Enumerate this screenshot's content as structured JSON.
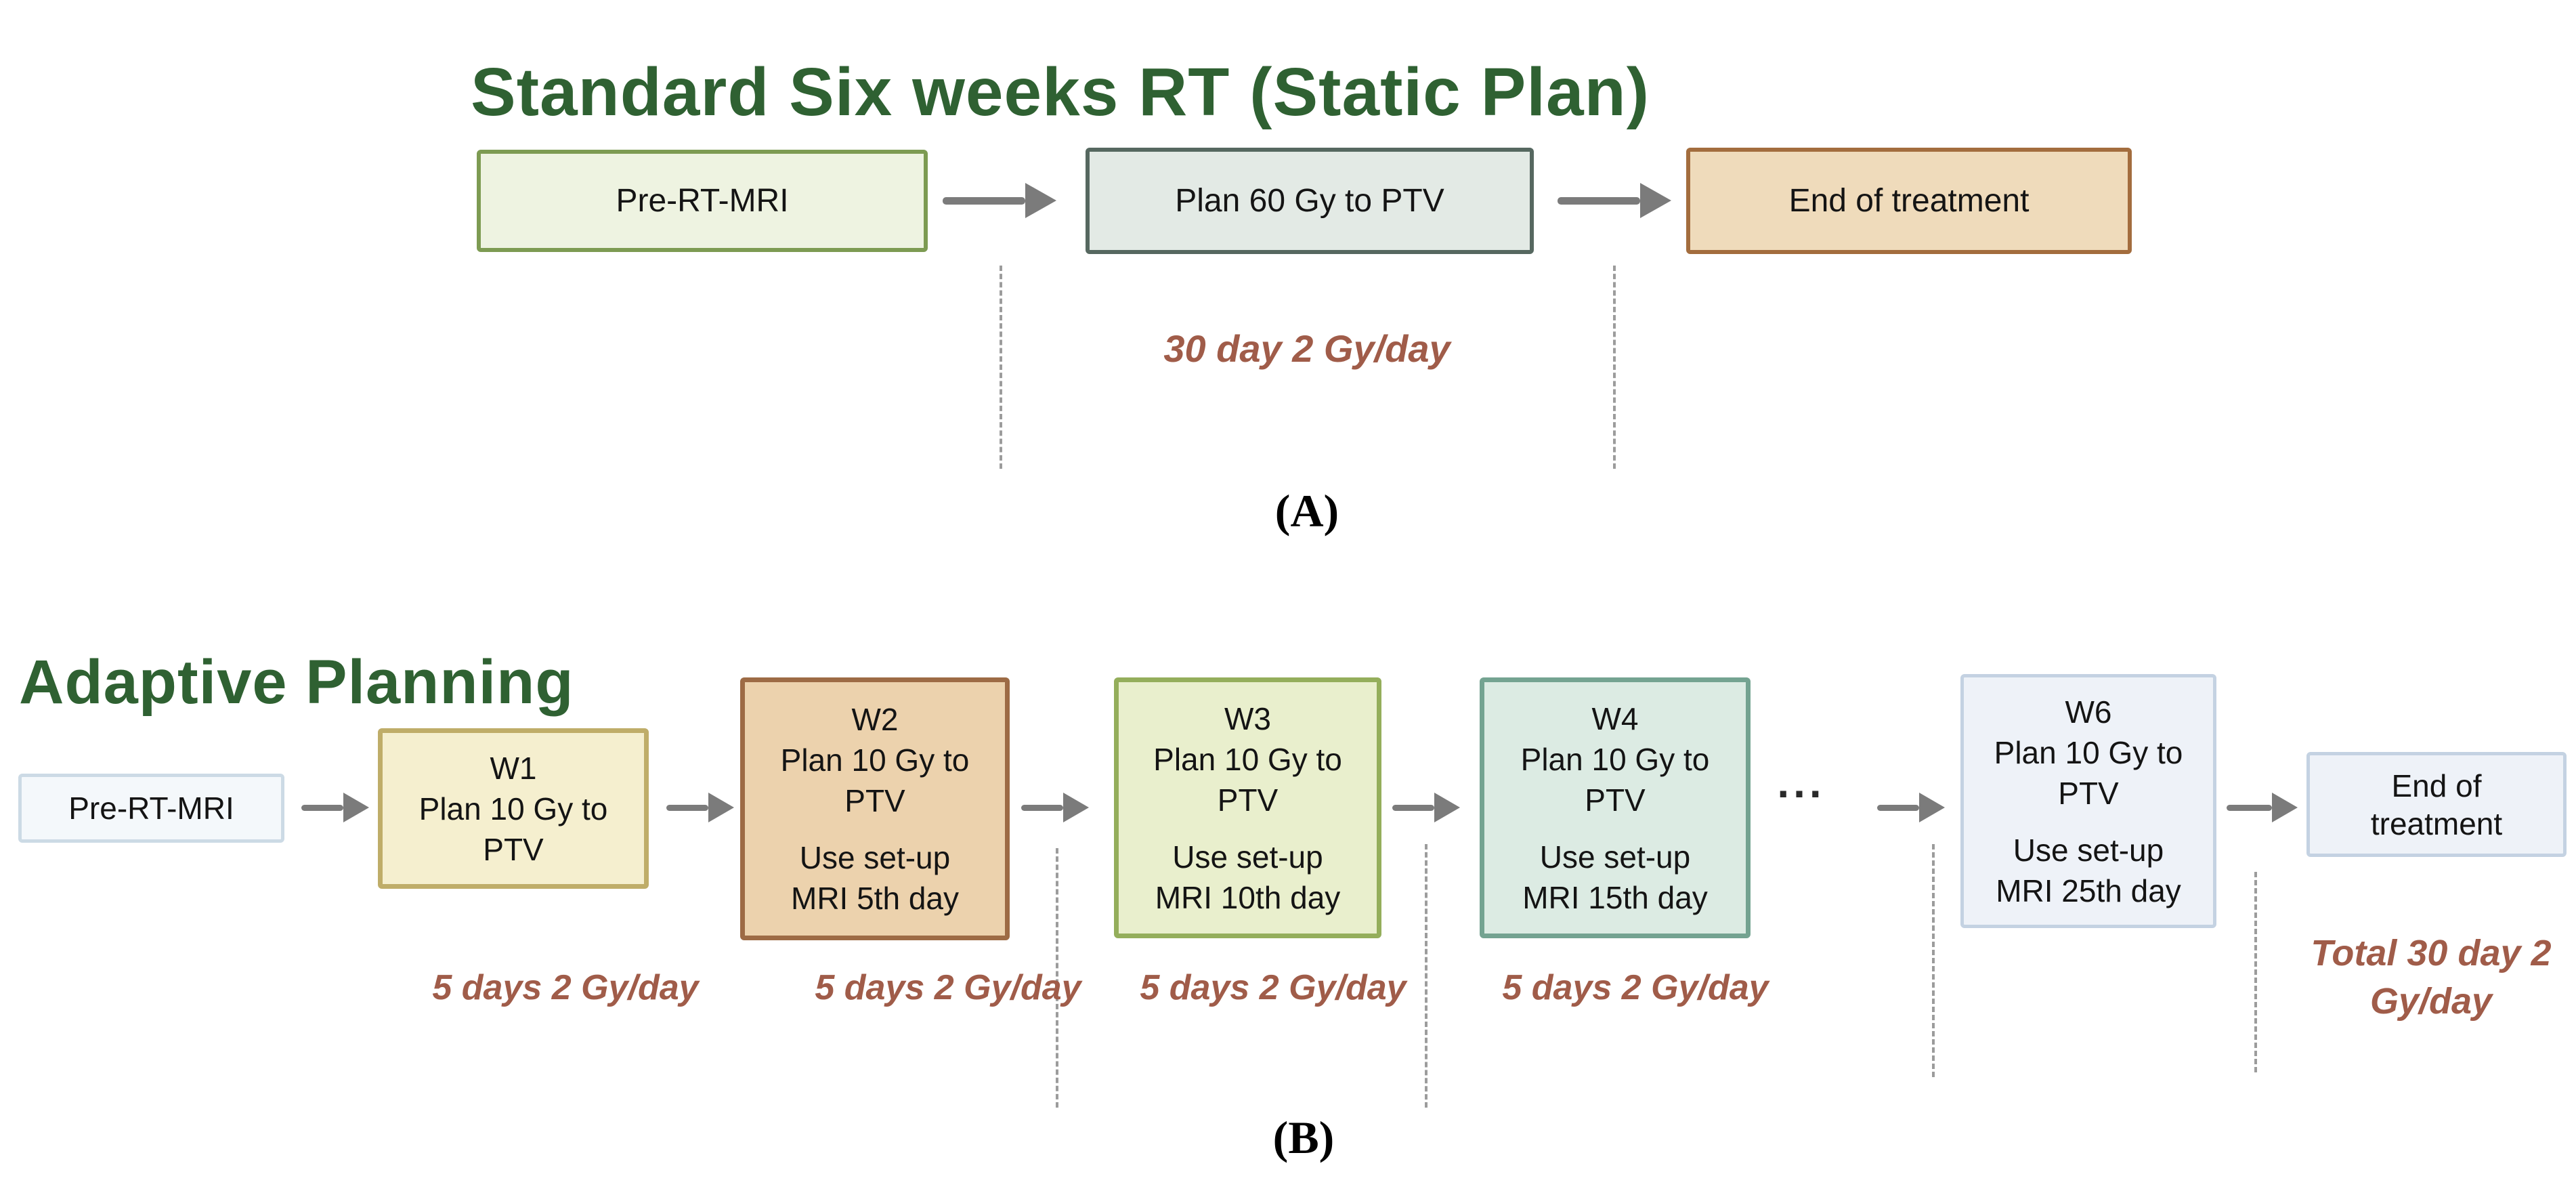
{
  "panel_a": {
    "title": "Standard Six weeks RT (Static Plan)",
    "label": "(A)",
    "boxes": {
      "pre_mri": "Pre-RT-MRI",
      "plan": "Plan 60 Gy to PTV",
      "end": "End of treatment"
    },
    "annotation": {
      "l1": "30 day",
      "l2": "2 Gy/day"
    }
  },
  "panel_b": {
    "title": "Adaptive Planning",
    "label": "(B)",
    "boxes": {
      "pre_mri": "Pre-RT-MRI",
      "w1": {
        "week": "W1",
        "l1": "Plan 10 Gy to",
        "l2": "PTV"
      },
      "w2": {
        "week": "W2",
        "l1": "Plan 10 Gy to",
        "l2": "PTV",
        "l3": "Use set-up",
        "l4": "MRI 5th day"
      },
      "w3": {
        "week": "W3",
        "l1": "Plan 10 Gy to",
        "l2": "PTV",
        "l3": "Use set-up",
        "l4": "MRI 10th day"
      },
      "w4": {
        "week": "W4",
        "l1": "Plan 10 Gy to",
        "l2": "PTV",
        "l3": "Use set-up",
        "l4": "MRI 15th day"
      },
      "w6": {
        "week": "W6",
        "l1": "Plan 10 Gy to",
        "l2": "PTV",
        "l3": "Use set-up",
        "l4": "MRI 25th day"
      },
      "end": {
        "l1": "End of",
        "l2": "treatment"
      }
    },
    "ellipsis": "...",
    "annotations": [
      {
        "l1": "5 days",
        "l2": "2 Gy/day"
      },
      {
        "l1": "5 days",
        "l2": "2 Gy/day"
      },
      {
        "l1": "5 days",
        "l2": "2 Gy/day"
      },
      {
        "l1": "5 days",
        "l2": "2 Gy/day"
      }
    ],
    "total": {
      "l1": "Total 30 day",
      "l2": "2 Gy/day"
    }
  },
  "colors": {
    "title_green": "#2f6132",
    "annotation_brick": "#a05c49",
    "arrow_gray": "#7b7b7b",
    "dash_gray": "#9c9c9c",
    "box_a_pre_fill": "#eef3e1",
    "box_a_pre_border": "#7d9b52",
    "box_a_plan_fill": "#e3eae5",
    "box_a_plan_border": "#566860",
    "box_a_end_fill": "#efdbbb",
    "box_a_end_border": "#a36d3e",
    "box_b_pre_fill": "#f4f8fb",
    "box_b_pre_border": "#ccdae5",
    "w1_fill": "#f5efcf",
    "w1_border": "#bfad69",
    "w2_fill": "#ecd2ad",
    "w2_border": "#9d6b45",
    "w3_fill": "#e9efcd",
    "w3_border": "#94ae5b",
    "w4_fill": "#dcebe3",
    "w4_border": "#74a391",
    "w6_fill": "#eef2f8",
    "w6_border": "#c4d2e2",
    "end_b_fill": "#eef2f8",
    "end_b_border": "#c4d2e2"
  }
}
